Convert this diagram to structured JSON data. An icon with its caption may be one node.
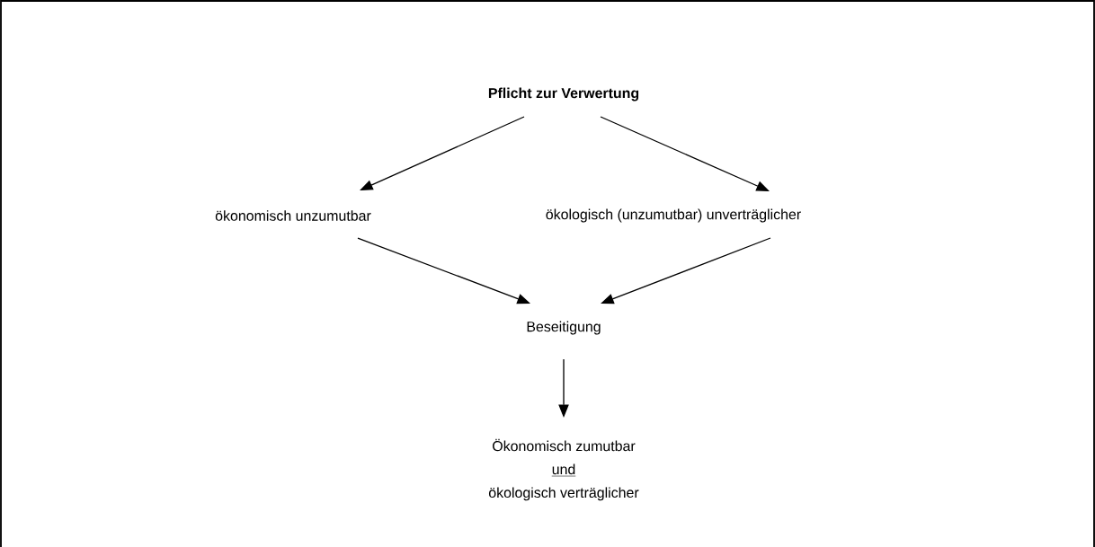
{
  "diagram": {
    "nodes": [
      {
        "text": [
          "Pflicht zur Verwertung"
        ]
      },
      {
        "text": [
          "ökonomisch unzumutbar"
        ]
      },
      {
        "text": [
          "ökologisch (unzumutbar) unverträglicher"
        ]
      },
      {
        "text": [
          "Beseitigung"
        ]
      },
      {
        "text": [
          "Ökonomisch zumutbar",
          "und",
          "ökologisch verträglicher"
        ]
      }
    ],
    "edges": [
      {
        "from": 0,
        "to": 1,
        "arrow": "to"
      },
      {
        "from": 0,
        "to": 2,
        "arrow": "to"
      },
      {
        "from": 1,
        "to": 3,
        "arrow": "to"
      },
      {
        "from": 2,
        "to": 3,
        "arrow": "to"
      },
      {
        "from": 3,
        "to": 4,
        "arrow": "to"
      }
    ]
  }
}
